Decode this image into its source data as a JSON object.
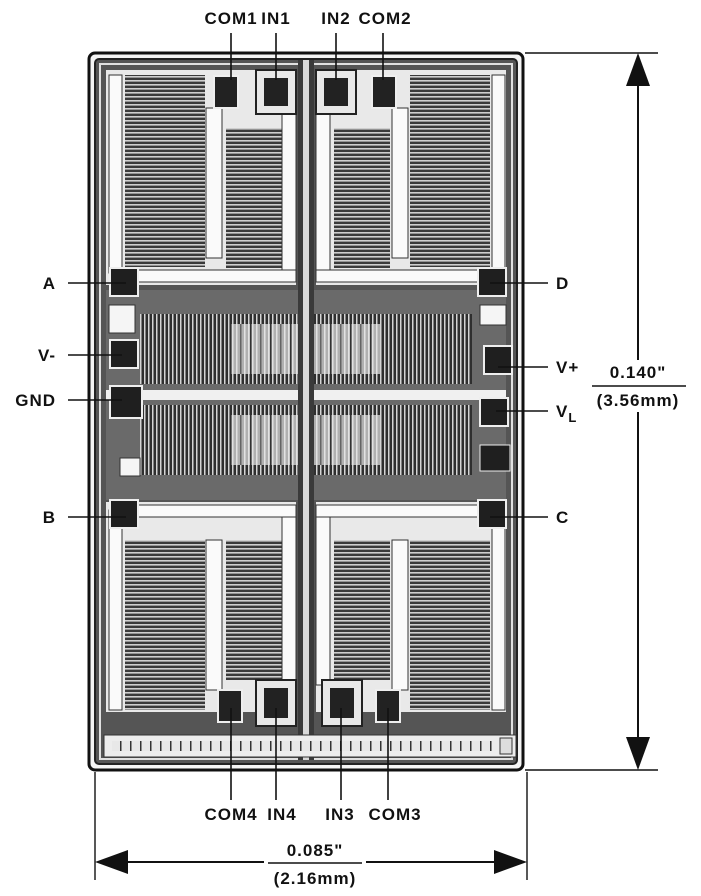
{
  "pins": {
    "com1": "COM1",
    "in1": "IN1",
    "in2": "IN2",
    "com2": "COM2",
    "a": "A",
    "d": "D",
    "v_minus": "V-",
    "v_plus": "V+",
    "gnd": "GND",
    "v_l_main": "V",
    "v_l_sub": "L",
    "b": "B",
    "c": "C",
    "com4": "COM4",
    "in4": "IN4",
    "in3": "IN3",
    "com3": "COM3"
  },
  "dimensions": {
    "height_in": "0.140\"",
    "height_mm": "(3.56mm)",
    "width_in": "0.085\"",
    "width_mm": "(2.16mm)"
  },
  "colors": {
    "ink": "#111111",
    "die_fill": "#8a8a8a",
    "metal": "#f2f2f2",
    "dark": "#2a2a2a"
  }
}
